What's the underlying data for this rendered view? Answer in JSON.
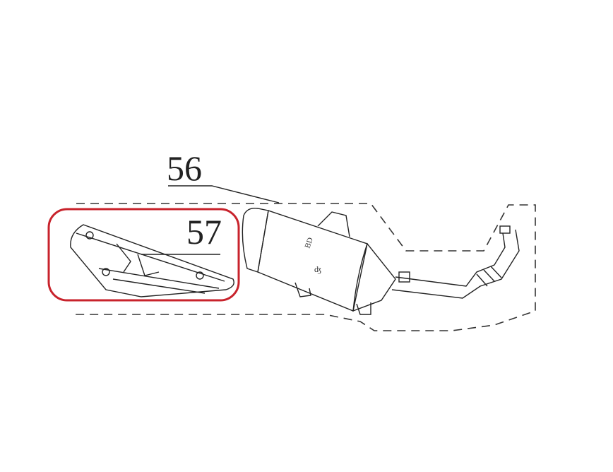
{
  "callouts": [
    {
      "number": "56",
      "part": "muffler-assembly"
    },
    {
      "number": "57",
      "part": "heat-shield"
    }
  ],
  "highlight": {
    "target": "57",
    "color": "#c8232c"
  }
}
